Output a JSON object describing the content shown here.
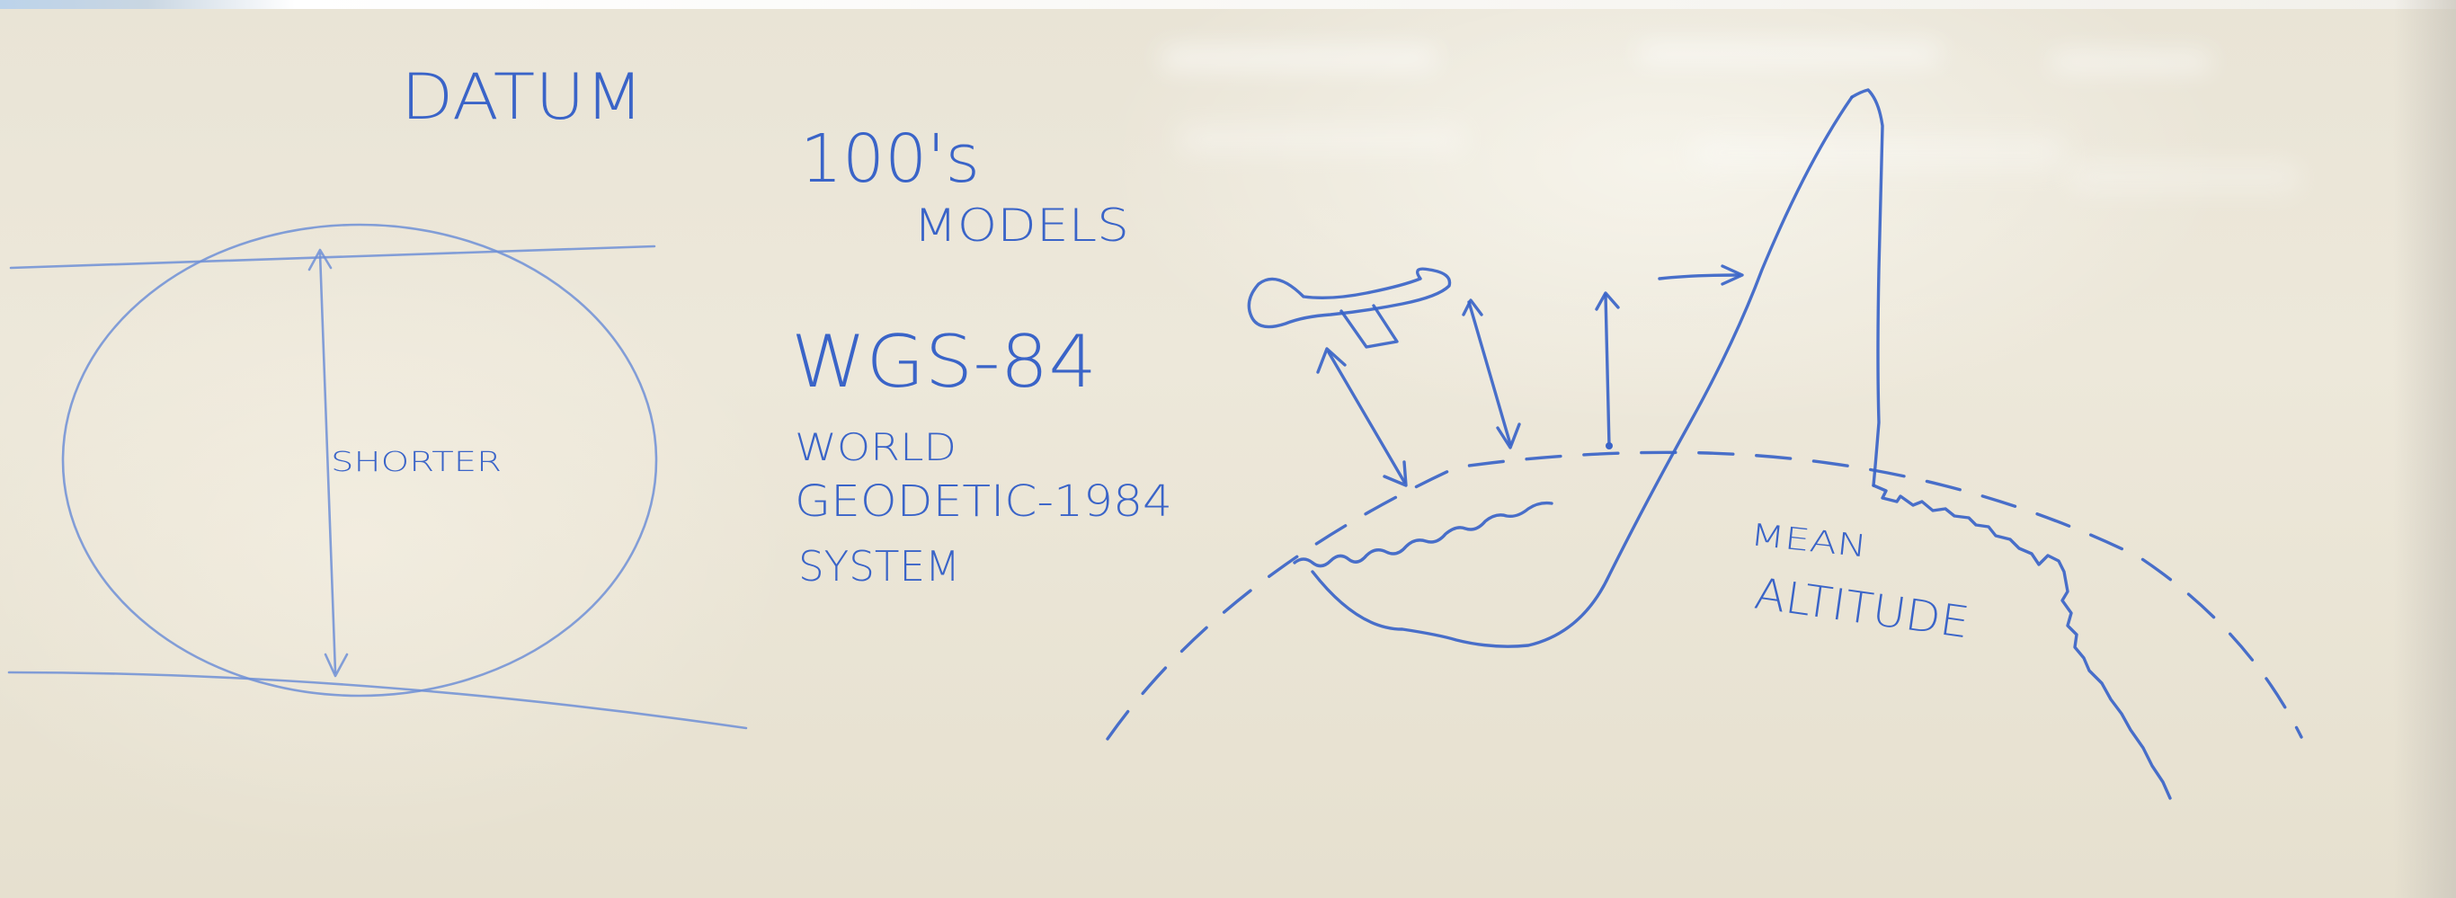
{
  "whiteboard": {
    "title": "DATUM",
    "ellipse_label": "SHORTER",
    "models_count": "100's",
    "models_label": "MODELS",
    "standard_name": "WGS-84",
    "standard_expansion": {
      "line1": "WORLD",
      "line2": "GEODETIC-1984",
      "line3": "SYSTEM"
    },
    "terrain_label": {
      "line1": "MEAN",
      "line2": "ALTITUDE"
    }
  },
  "colors": {
    "ink": "#3a64c8",
    "board": "#ede8da"
  }
}
